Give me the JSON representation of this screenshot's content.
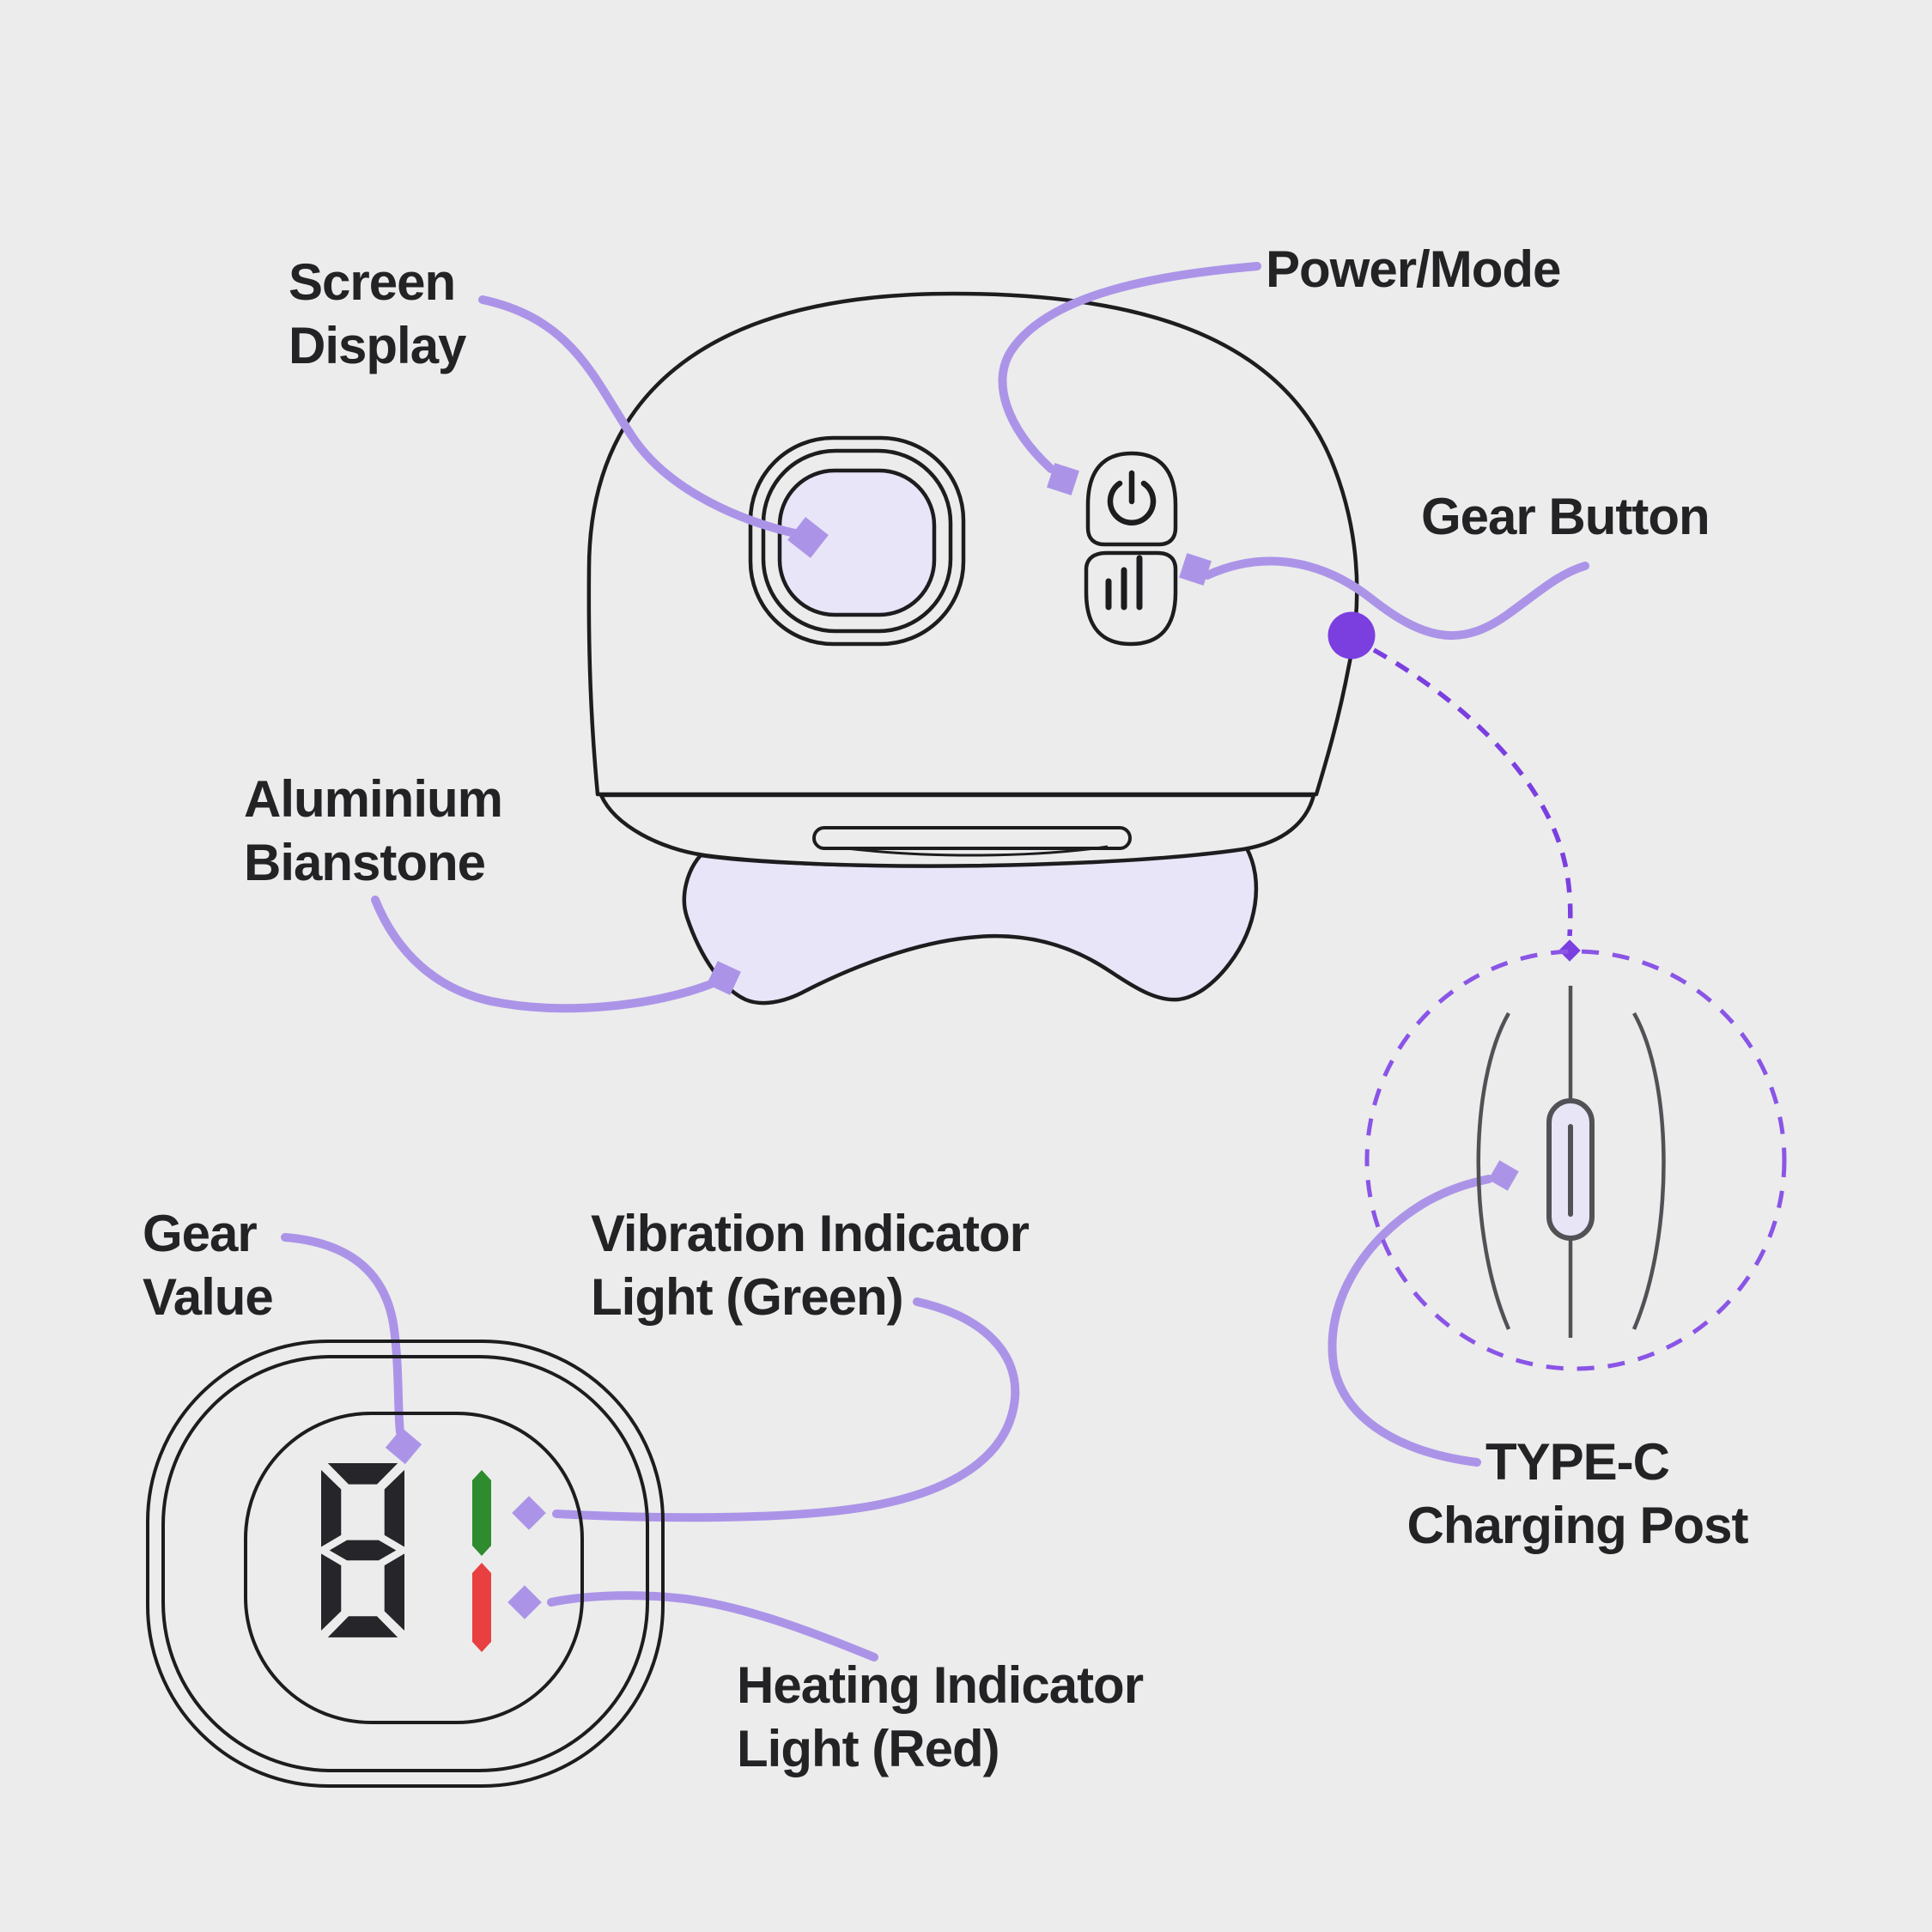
{
  "diagram": {
    "subject": "handheld gua-sha massage device part callout diagram",
    "background_color": "#ececec",
    "colors": {
      "outline": "#1d1d1f",
      "text": "#232326",
      "leader_purple": "#ab94e8",
      "accent_dark_purple": "#7b3fe0",
      "dashed_circle_purple": "#8a55e6",
      "lavender_fill": "#e9e5f8",
      "detail_gray": "#515156",
      "green_light": "#2e8b2e",
      "red_light": "#e84040",
      "digit_color": "#26262a"
    },
    "labels": {
      "screen_display": {
        "line1": "Screen",
        "line2": "Display"
      },
      "power_mode": {
        "line1": "Power/Mode"
      },
      "gear_button": {
        "line1": "Gear Button"
      },
      "aluminium_bianstone": {
        "line1": "Aluminium",
        "line2": "Bianstone"
      },
      "gear_value": {
        "line1": "Gear",
        "line2": "Value"
      },
      "vibration_indicator": {
        "line1": "Vibration Indicator",
        "line2": "Light (Green)"
      },
      "heating_indicator": {
        "line1": "Heating Indicator",
        "line2": "Light (Red)"
      },
      "type_c": {
        "line1": "TYPE-C",
        "line2": "Charging Post"
      }
    },
    "display": {
      "gear_value_digit": "8",
      "vibration_light_state": "green",
      "heating_light_state": "red"
    },
    "icons": {
      "power_button": "power-icon",
      "gear_button": "signal-bars-icon",
      "charging_port": "usb-c-port-icon",
      "leader_end": "square-marker-icon",
      "indicator_pointer": "diamond-marker-icon"
    }
  }
}
